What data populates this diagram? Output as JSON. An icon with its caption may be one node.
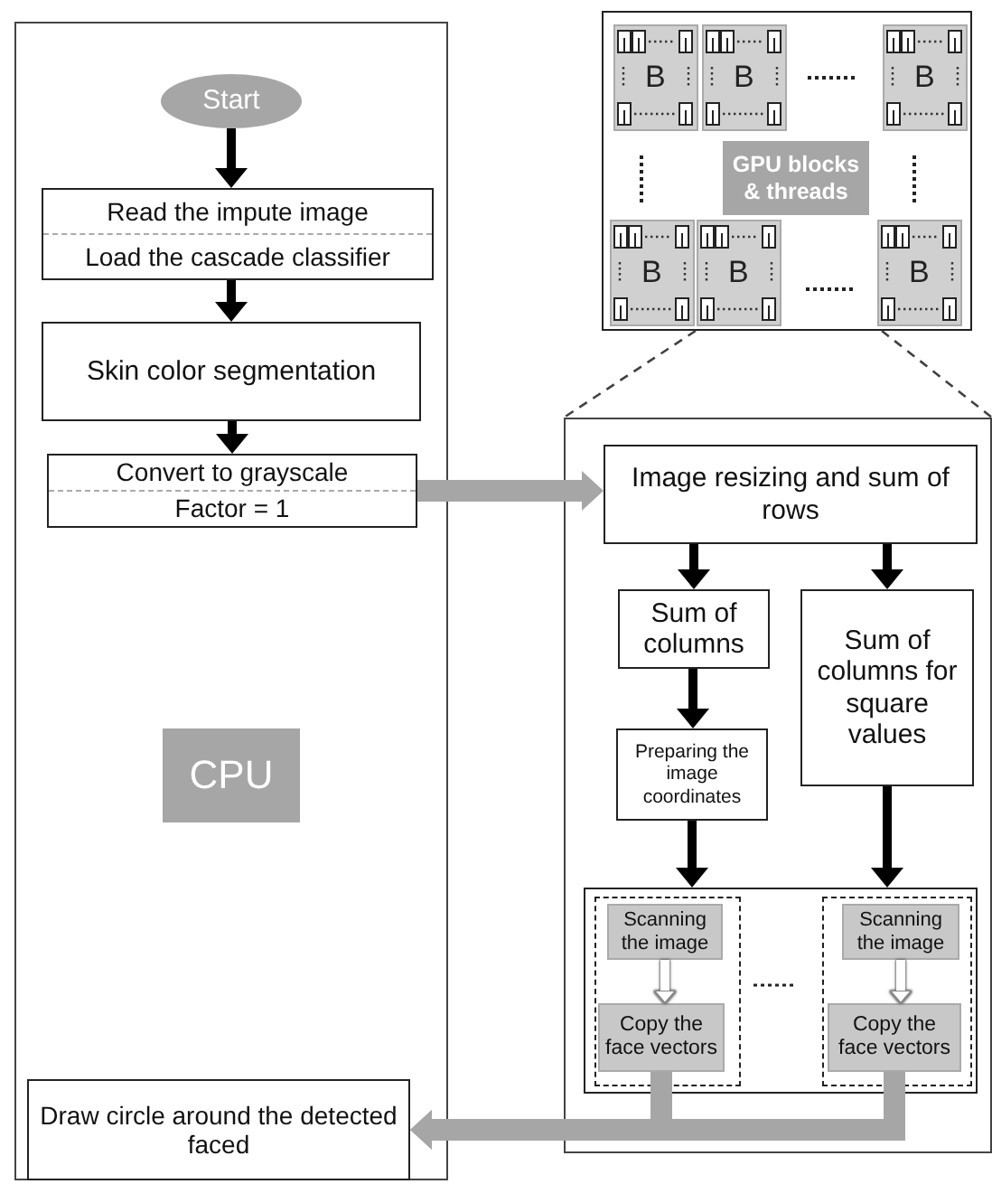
{
  "diagram": {
    "nodes": [
      {
        "text": [
          "CPU"
        ]
      },
      {
        "text": [
          "Start"
        ],
        "in": 0
      },
      {
        "text": [
          "Read the impute image",
          "Load the cascade classifier"
        ],
        "in": 0
      },
      {
        "text": [
          "Skin color segmentation"
        ],
        "in": 0
      },
      {
        "text": [
          "Convert to grayscale",
          "Factor = 1"
        ],
        "in": 0
      },
      {
        "text": [
          "Draw circle around the detected faced"
        ],
        "in": 0
      },
      {
        "text": [
          "GPU blocks & threads"
        ]
      },
      {
        "text": [],
        "shape": "box"
      },
      {
        "text": [
          "Image resizing and sum of rows"
        ],
        "in": 7
      },
      {
        "text": [
          "Sum of columns"
        ],
        "in": 7
      },
      {
        "text": [
          "Sum of columns for square values"
        ],
        "in": 7
      },
      {
        "text": [
          "Preparing the image coordinates"
        ],
        "in": 7
      },
      {
        "text": [],
        "shape": "box",
        "in": 7
      },
      {
        "text": [],
        "shape": "box",
        "in": 12
      },
      {
        "text": [
          "Scanning the image"
        ],
        "in": 13
      },
      {
        "text": [
          "Copy the face vectors"
        ],
        "in": 13
      },
      {
        "text": [],
        "shape": "box",
        "in": 12
      },
      {
        "text": [
          "Scanning the image"
        ],
        "in": 16
      },
      {
        "text": [
          "Copy the face vectors"
        ],
        "in": 16
      }
    ],
    "edges": [
      {
        "from": 1,
        "to": 2,
        "arrow": "to"
      },
      {
        "from": 2,
        "to": 3,
        "arrow": "to"
      },
      {
        "from": 3,
        "to": 4,
        "arrow": "to"
      },
      {
        "from": 4,
        "to": 8,
        "arrow": "to",
        "style": "thick",
        "color": "#a6a6a6"
      },
      {
        "from": 8,
        "to": 9,
        "arrow": "to"
      },
      {
        "from": 8,
        "to": 10,
        "arrow": "to"
      },
      {
        "from": 9,
        "to": 11,
        "arrow": "to"
      },
      {
        "from": 11,
        "to": 12,
        "arrow": "to"
      },
      {
        "from": 10,
        "to": 12,
        "arrow": "to"
      },
      {
        "from": 14,
        "to": 15,
        "arrow": "to",
        "color": "#ffffff"
      },
      {
        "from": 17,
        "to": 18,
        "arrow": "to",
        "color": "#ffffff"
      },
      {
        "from": 15,
        "to": 5,
        "arrow": "to",
        "style": "thick",
        "color": "#a6a6a6"
      },
      {
        "from": 18,
        "to": 5,
        "arrow": "to",
        "style": "thick",
        "color": "#a6a6a6"
      },
      {
        "from": 6,
        "to": 7,
        "arrow": "none",
        "style": "dashed",
        "color": "#404040"
      },
      {
        "from": 6,
        "to": 7,
        "arrow": "none",
        "style": "dashed",
        "color": "#404040"
      }
    ],
    "labels": [
      "B",
      "B",
      "B",
      "B",
      "B",
      "B"
    ]
  }
}
